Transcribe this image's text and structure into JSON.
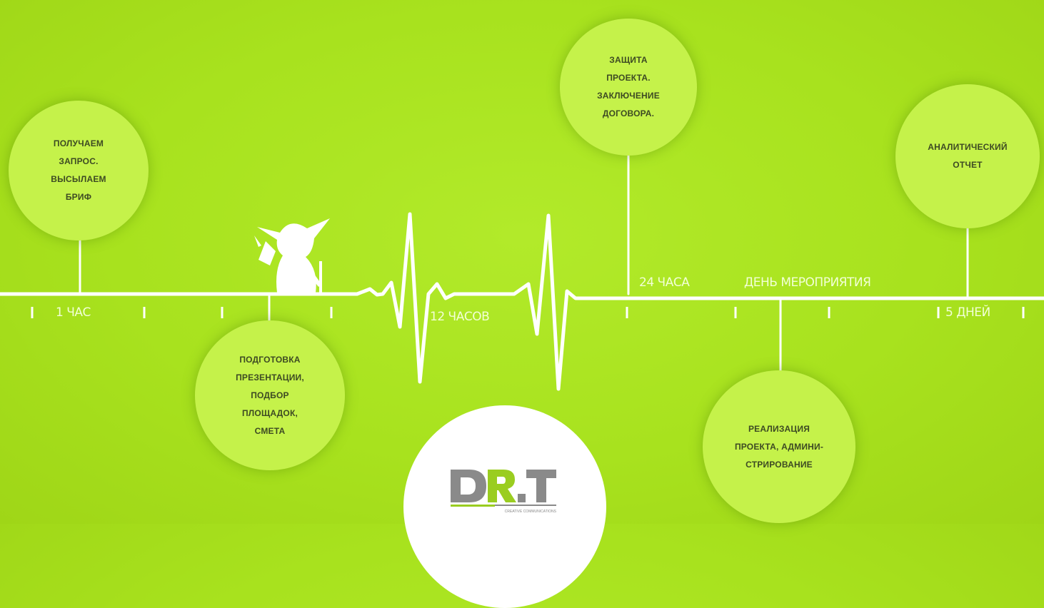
{
  "colors": {
    "background": "#a8e21e",
    "bubble": "#c5f24a",
    "line": "#ffffff",
    "bubble_text": "#3d4a23",
    "logo_gray": "#8a8a8a",
    "logo_green": "#9acd20"
  },
  "timeline_labels": {
    "hour1": "1 ЧАС",
    "hours12": "12 ЧАСОВ",
    "hours24": "24 ЧАСА",
    "event_day": "ДЕНЬ МЕРОПРИЯТИЯ",
    "days5": "5 ДНЕЙ"
  },
  "steps": {
    "request": [
      "ПОЛУЧАЕМ",
      "ЗАПРОС.",
      "ВЫСЫЛАЕМ",
      "БРИФ"
    ],
    "presentation": [
      "ПОДГОТОВКА",
      "ПРЕЗЕНТАЦИИ,",
      "ПОДБОР",
      "ПЛОЩАДОК,",
      "СМЕТА"
    ],
    "defense": [
      "ЗАЩИТА",
      "ПРОЕКТА.",
      "ЗАКЛЮЧЕНИЕ",
      "ДОГОВОРА."
    ],
    "realization": [
      "РЕАЛИЗАЦИЯ",
      "ПРОЕКТА, АДМИНИ-",
      "СТРИРОВАНИЕ"
    ],
    "report": [
      "АНАЛИТИЧЕСКИЙ",
      "ОТЧЕТ"
    ]
  },
  "logo": {
    "brand": "DR.T",
    "tagline": "CREATIVE COMMUNICATIONS"
  },
  "icons": {
    "mascot": "yoda-silhouette-icon"
  }
}
